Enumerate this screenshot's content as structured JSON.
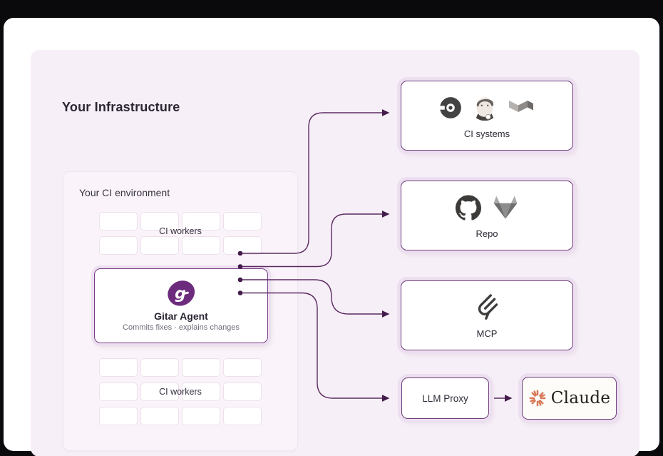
{
  "infrastructure": {
    "title": "Your Infrastructure"
  },
  "ci_environment": {
    "title": "Your CI environment",
    "top_grid": {
      "rows": 2,
      "cols": 4,
      "label": "CI workers"
    },
    "bottom_grid": {
      "rows": 3,
      "cols": 4,
      "label": "CI workers"
    }
  },
  "gitar_agent": {
    "name": "Gitar Agent",
    "subtitle": "Commits fixes · explains changes",
    "logo_icon": "gitar-logo-icon"
  },
  "targets": {
    "ci_systems": {
      "label": "CI systems",
      "icons": [
        "circleci-icon",
        "jenkins-icon",
        "buildkite-icon"
      ]
    },
    "repo": {
      "label": "Repo",
      "icons": [
        "github-icon",
        "gitlab-icon"
      ]
    },
    "mcp": {
      "label": "MCP",
      "icons": [
        "mcp-icon"
      ]
    },
    "llm_proxy": {
      "label": "LLM Proxy"
    },
    "claude": {
      "label": "Claude",
      "icons": [
        "claude-starburst-icon"
      ]
    }
  },
  "colors": {
    "accent_purple": "#6e3d7a",
    "gitar_purple": "#7a3c88",
    "gitar_logo_fill": "#6d2b7d",
    "connector_purple": "#5c2a63",
    "connector_dark": "#421c4a",
    "halo_lavender": "#ecdff0",
    "panel_pink": "#f7eff7",
    "panel_inner_pink": "#faf4fa",
    "claude_coral": "#d97757",
    "text_dark": "#2b2633",
    "text_muted": "#716b7a"
  }
}
